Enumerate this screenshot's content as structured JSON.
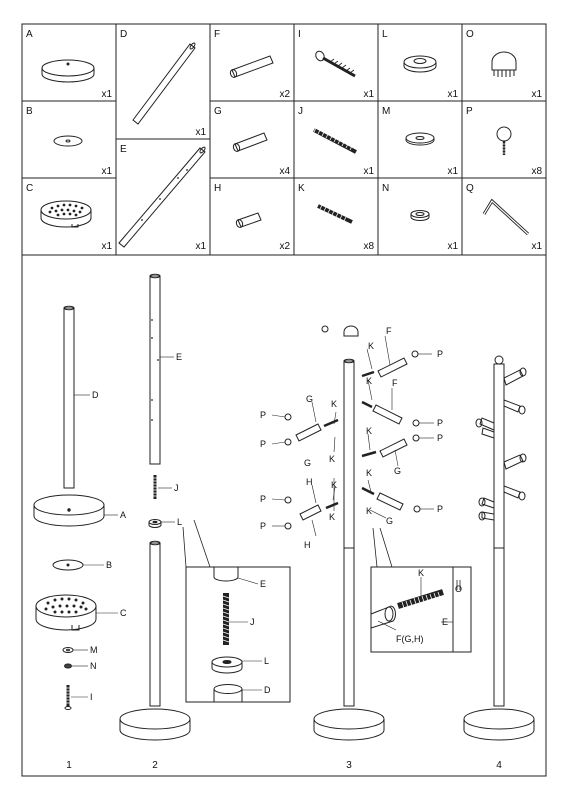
{
  "parts": [
    {
      "letter": "A",
      "qty": "x1",
      "icon": "base-plate-icon"
    },
    {
      "letter": "B",
      "qty": "x1",
      "icon": "small-disc-icon"
    },
    {
      "letter": "C",
      "qty": "x1",
      "icon": "perforated-weight-icon"
    },
    {
      "letter": "D",
      "qty": "x1",
      "icon": "lower-pole-icon"
    },
    {
      "letter": "E",
      "qty": "x1",
      "icon": "upper-pole-icon"
    },
    {
      "letter": "F",
      "qty": "x2",
      "icon": "long-peg-icon"
    },
    {
      "letter": "G",
      "qty": "x4",
      "icon": "medium-peg-icon"
    },
    {
      "letter": "H",
      "qty": "x2",
      "icon": "short-peg-icon"
    },
    {
      "letter": "I",
      "qty": "x1",
      "icon": "bolt-icon"
    },
    {
      "letter": "J",
      "qty": "x1",
      "icon": "threaded-rod-icon"
    },
    {
      "letter": "K",
      "qty": "x8",
      "icon": "short-threaded-rod-icon"
    },
    {
      "letter": "L",
      "qty": "x1",
      "icon": "ring-nut-icon"
    },
    {
      "letter": "M",
      "qty": "x1",
      "icon": "washer-icon"
    },
    {
      "letter": "N",
      "qty": "x1",
      "icon": "small-nut-icon"
    },
    {
      "letter": "O",
      "qty": "x1",
      "icon": "top-cap-icon"
    },
    {
      "letter": "P",
      "qty": "x8",
      "icon": "ball-knob-icon"
    },
    {
      "letter": "Q",
      "qty": "x1",
      "icon": "hex-key-icon"
    }
  ],
  "steps": {
    "s1": {
      "num": "1",
      "D": "D",
      "A": "A",
      "B": "B",
      "C": "C",
      "M": "M",
      "N": "N",
      "I": "I"
    },
    "s2": {
      "num": "2",
      "E": "E",
      "J": "J",
      "L": "L",
      "zE": "E",
      "zJ": "J",
      "zL": "L",
      "zD": "D"
    },
    "s3": {
      "num": "3",
      "F": "F",
      "G": "G",
      "H": "H",
      "K": "K",
      "P": "P",
      "zK": "K",
      "zO": "O",
      "zE": "E",
      "zF": "F(G,H)"
    },
    "s4": {
      "num": "4"
    }
  }
}
